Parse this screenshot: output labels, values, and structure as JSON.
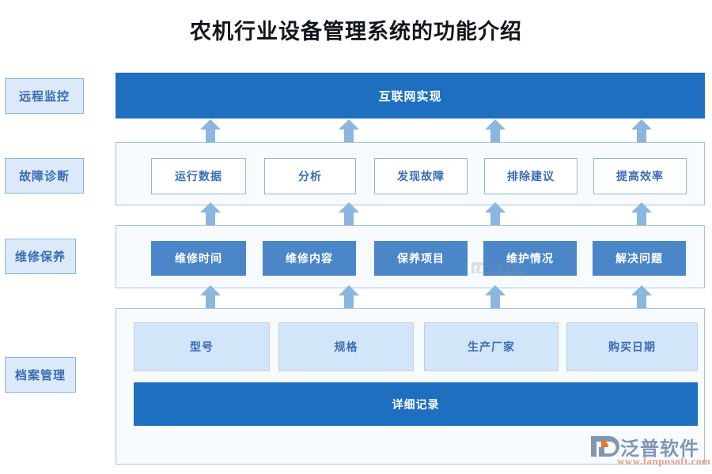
{
  "page": {
    "title": "农机行业设备管理系统的功能介绍",
    "background": "#ffffff"
  },
  "colors": {
    "deep_blue": "#1f6fc0",
    "mid_blue": "#4a86c8",
    "light_blue_fill": "#d3e5f9",
    "panel_fill": "#f8fbfe",
    "border_blue": "#8cb6de",
    "text_blue": "#3b6cb5",
    "arrow_blue": "#8ab6e0",
    "logo_gray_blue": "#8196b4",
    "logo_orange": "#e2a089"
  },
  "categories": [
    {
      "label": "远程监控"
    },
    {
      "label": "故障诊断"
    },
    {
      "label": "维修保养"
    },
    {
      "label": "档案管理"
    }
  ],
  "rows": {
    "remote_monitor": {
      "bar_label": "互联网实现"
    },
    "fault_diagnosis": {
      "nodes": [
        {
          "label": "运行数据"
        },
        {
          "label": "分析"
        },
        {
          "label": "发现故障"
        },
        {
          "label": "排除建议"
        },
        {
          "label": "提高效率"
        }
      ]
    },
    "maintenance": {
      "nodes": [
        {
          "label": "维修时间"
        },
        {
          "label": "维修内容"
        },
        {
          "label": "保养项目"
        },
        {
          "label": "维护情况"
        },
        {
          "label": "解决问题"
        }
      ]
    },
    "archive": {
      "nodes": [
        {
          "label": "型号"
        },
        {
          "label": "规格"
        },
        {
          "label": "生产厂家"
        },
        {
          "label": "购买日期"
        }
      ],
      "summary_label": "详细记录"
    }
  },
  "arrows": {
    "icon": "arrow-up-icon",
    "count_per_gap": 4,
    "gaps": [
      "monitor-to-diagnosis",
      "diagnosis-to-maintenance",
      "maintenance-to-archive"
    ]
  },
  "watermark": {
    "brand": "泛普软件",
    "url": "www.fanpusoft.com",
    "mark_icon": "fanpu-swoosh-logo-icon"
  }
}
